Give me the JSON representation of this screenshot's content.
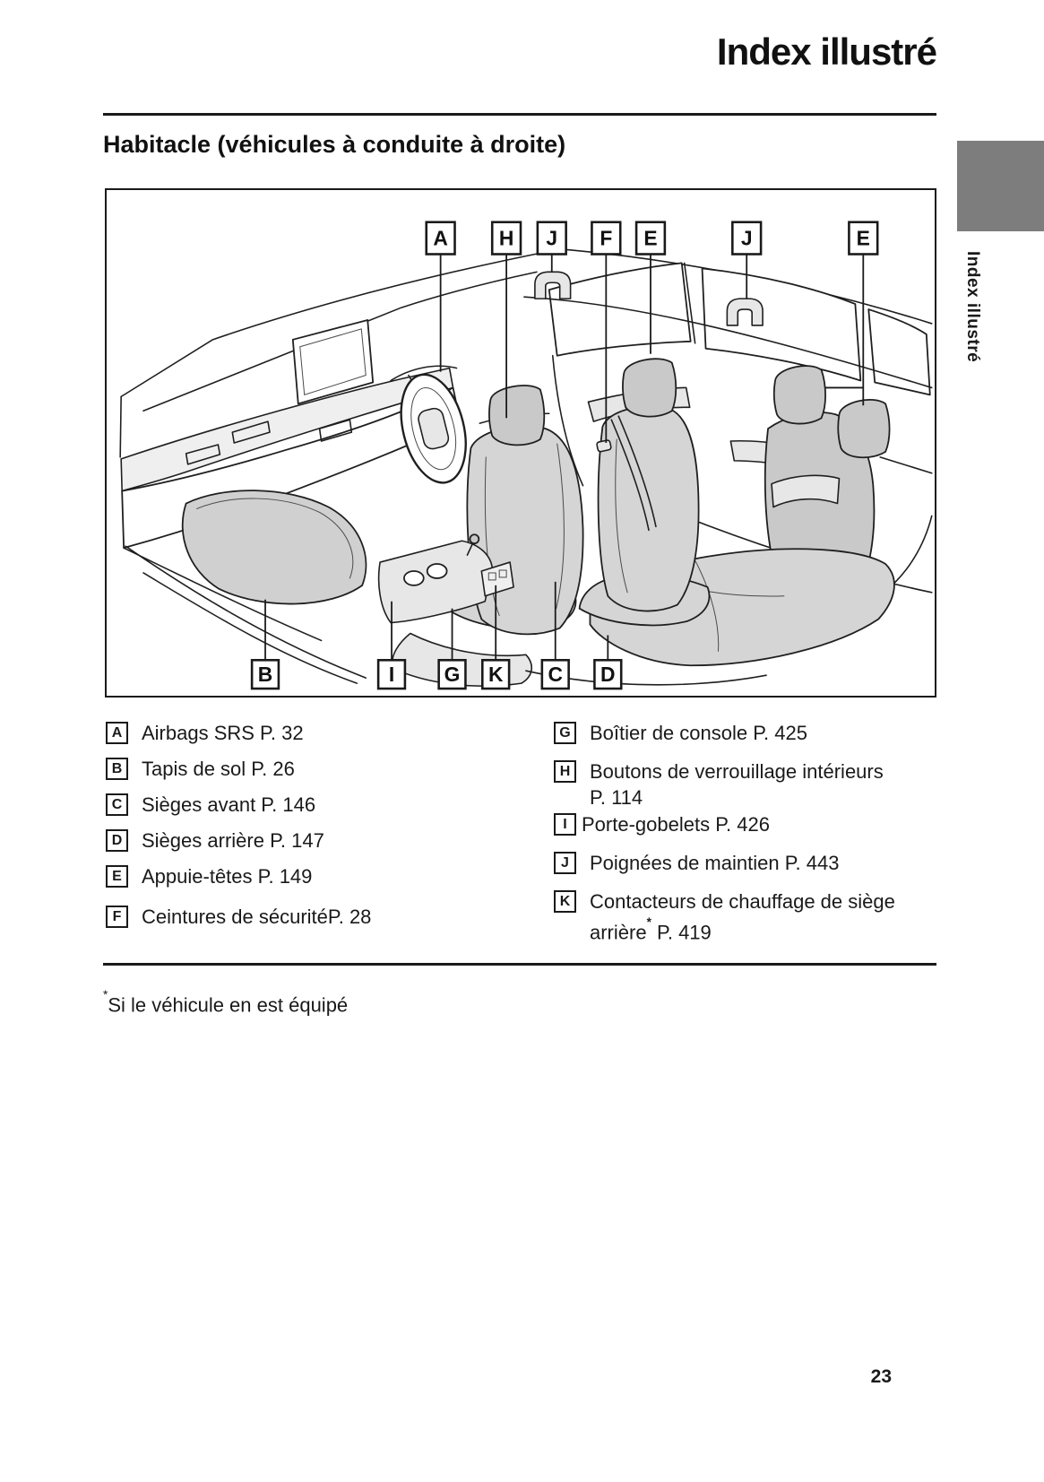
{
  "page": {
    "title": "Index illustré",
    "section_heading": "Habitacle (véhicules à conduite à droite)",
    "sidebar_tab_label": "Index illustré",
    "footnote_marker": "*",
    "footnote_text": "Si le véhicule en est équipé",
    "page_number": "23"
  },
  "colors": {
    "tab_gray": "#7d7d7d",
    "ink": "#1a1a1a",
    "seat_gray": "#d5d5d5"
  },
  "figure": {
    "description": "Isometric line drawing of vehicle cabin, right-hand drive",
    "callouts_top": [
      "A",
      "H",
      "J",
      "F",
      "E",
      "J",
      "E"
    ],
    "callouts_bottom": [
      "B",
      "I",
      "G",
      "K",
      "C",
      "D"
    ]
  },
  "legend": {
    "left": [
      {
        "letter": "A",
        "text": "Airbags SRS P. 32"
      },
      {
        "letter": "B",
        "text": "Tapis de sol P. 26"
      },
      {
        "letter": "C",
        "text": "Sièges avant P. 146"
      },
      {
        "letter": "D",
        "text": "Sièges arrière P. 147"
      },
      {
        "letter": "E",
        "text": "Appuie-têtes P. 149"
      },
      {
        "letter": "F",
        "text": "Ceintures de sécuritéP. 28"
      }
    ],
    "right": [
      {
        "letter": "G",
        "text": "Boîtier de console P. 425"
      },
      {
        "letter": "H",
        "line1": "Boutons de verrouillage intérieurs",
        "line2": "P. 114"
      },
      {
        "letter": "I",
        "text": "Porte-gobelets P. 426"
      },
      {
        "letter": "J",
        "text": "Poignées de maintien P. 443"
      },
      {
        "letter": "K",
        "line1": "Contacteurs de chauffage de siège",
        "line2_pre": "arrière",
        "line2_sup": "*",
        "line2_post": " P. 419"
      }
    ]
  }
}
